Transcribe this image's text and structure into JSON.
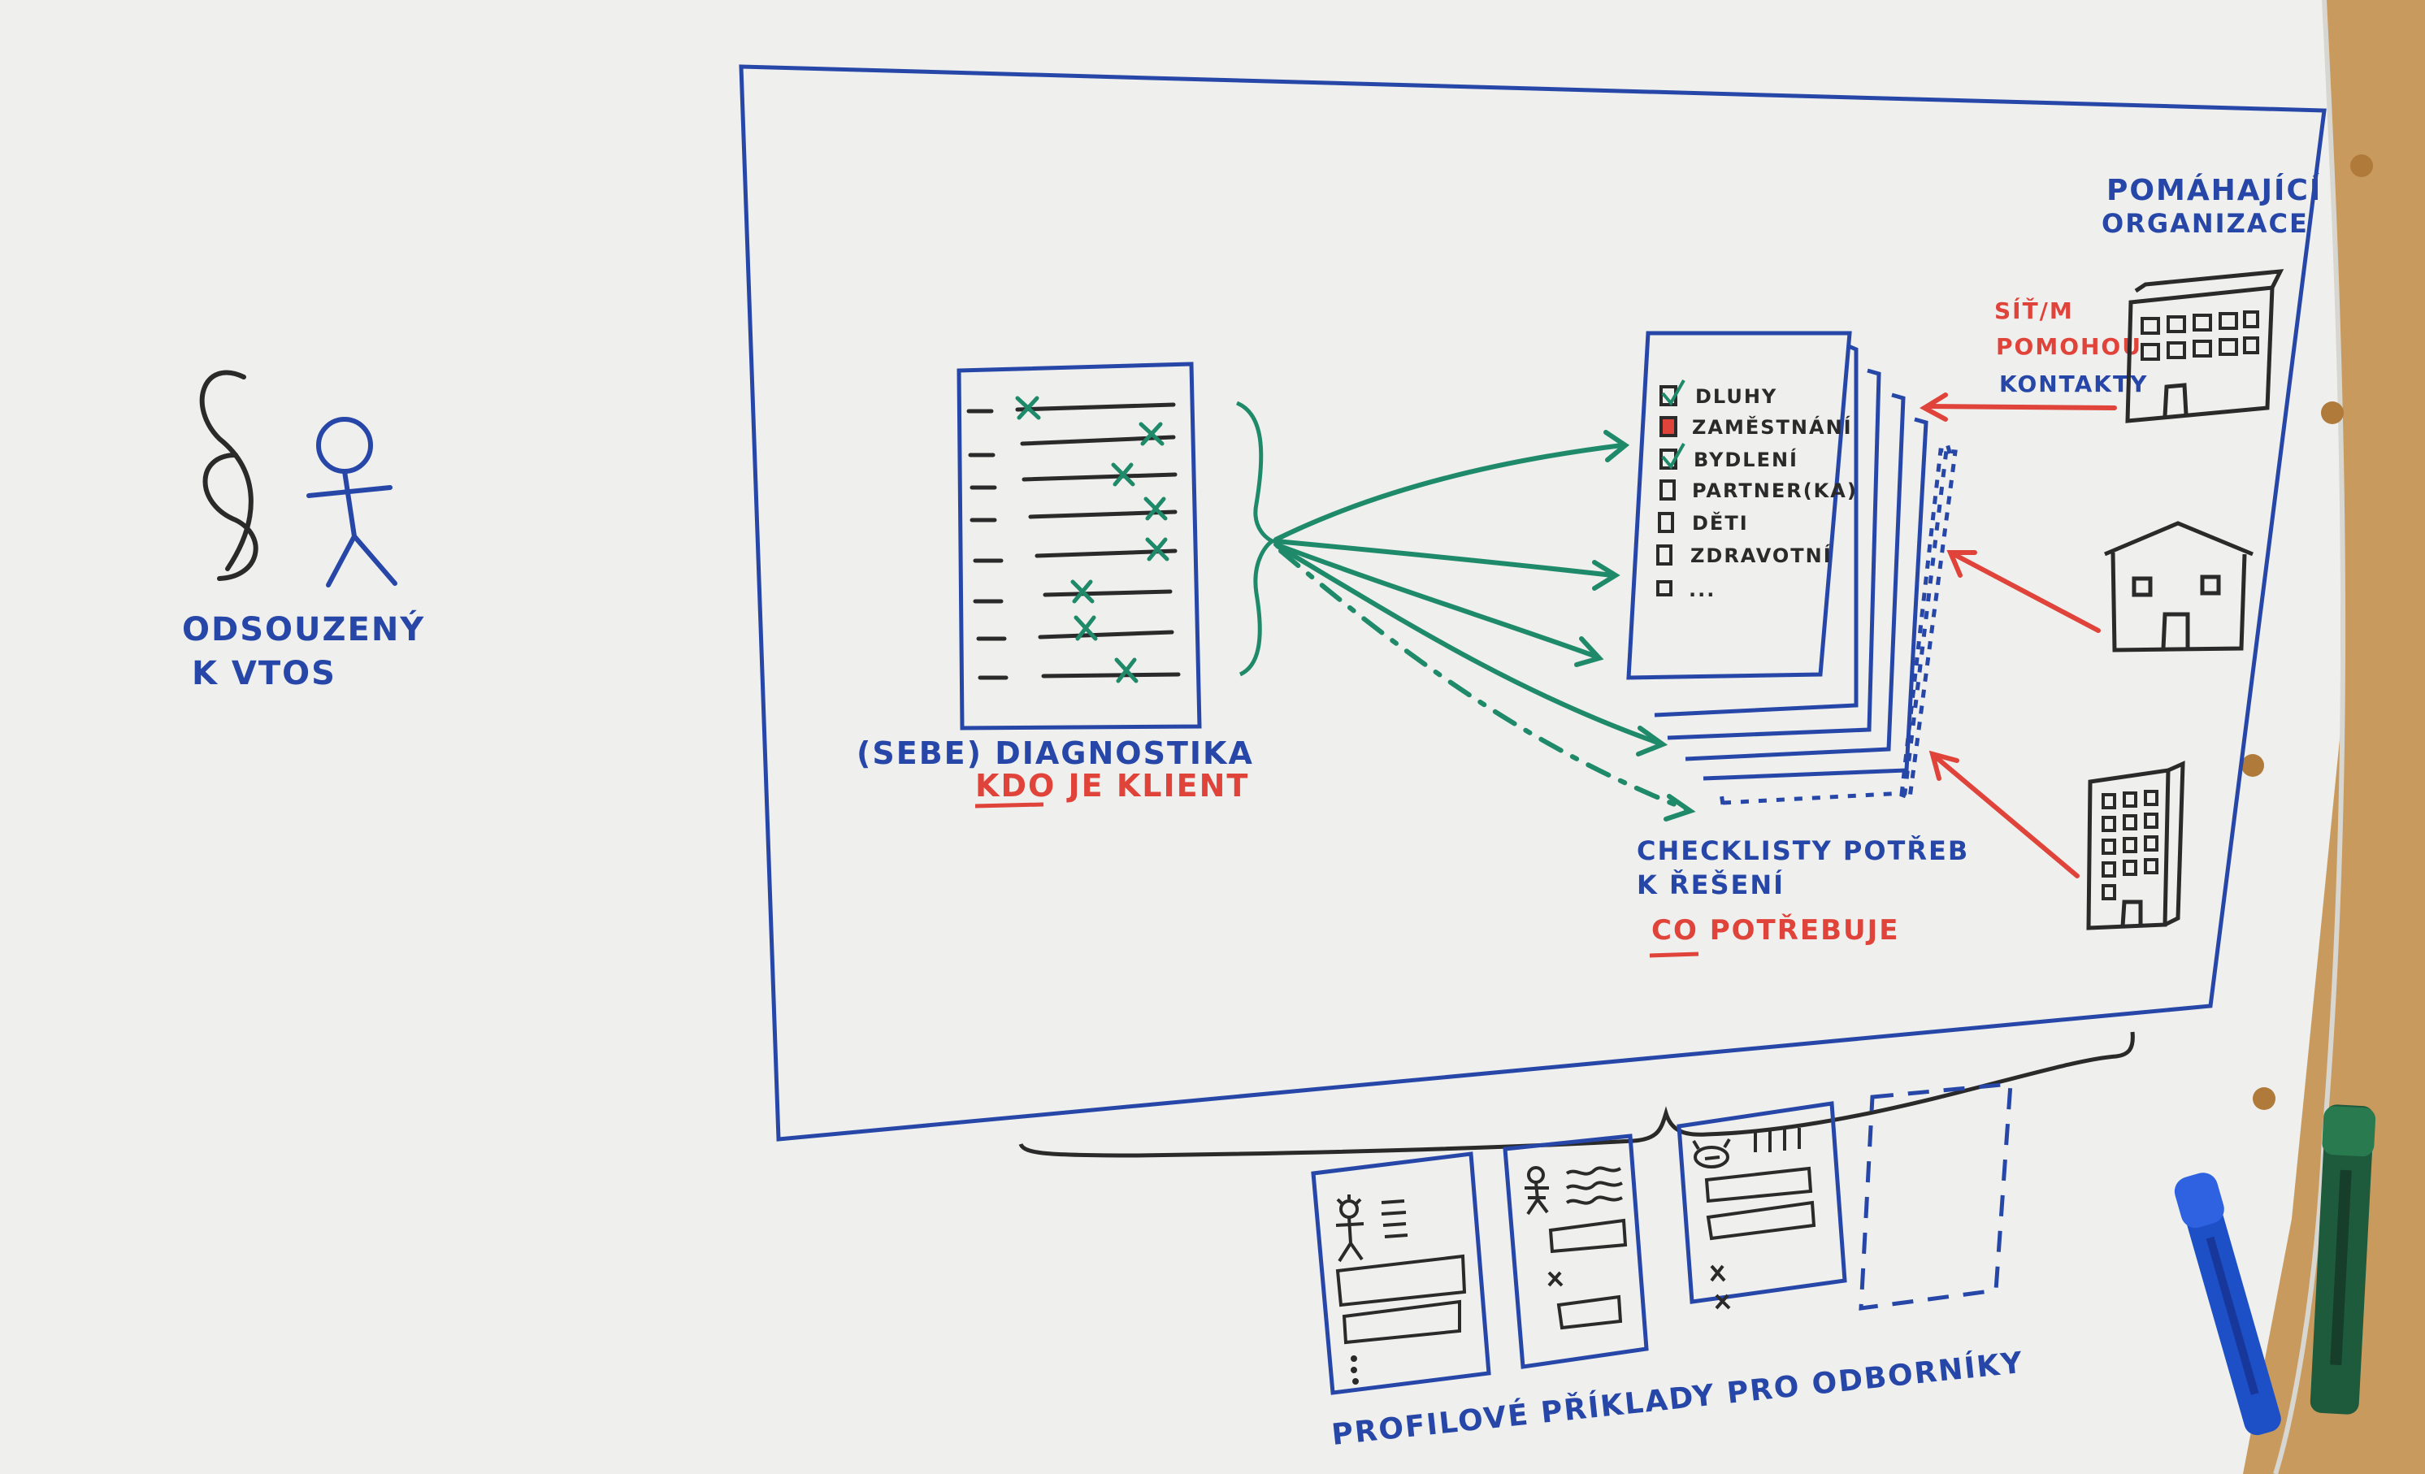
{
  "colors": {
    "paper": "#efefed",
    "blue_ink": "#2747a8",
    "green_ink": "#1f8a6a",
    "red_ink": "#e0433a",
    "black_ink": "#2a2a2a",
    "table": "#c89a5e"
  },
  "person": {
    "label_line1": "ODSOUZENÝ",
    "label_line2": "K VTOS"
  },
  "diagnostics": {
    "label_line1": "(SEBE) DIAGNOSTIKA",
    "label_line2_underlined": "KDO",
    "label_line2_rest": " JE KLIENT"
  },
  "checklist": {
    "items": [
      {
        "text": "DLUHY",
        "state": "checked-green"
      },
      {
        "text": "ZAMĚSTNÁNÍ",
        "state": "checked-red"
      },
      {
        "text": "BYDLENÍ",
        "state": "checked-green"
      },
      {
        "text": "PARTNER(KA)",
        "state": "empty"
      },
      {
        "text": "DĚTI",
        "state": "empty"
      },
      {
        "text": "ZDRAVOTNÍ",
        "state": "empty"
      },
      {
        "text": "...",
        "state": "empty"
      }
    ],
    "label_line1": "CHECKLISTY POTŘEB",
    "label_line2": "K ŘEŠENÍ",
    "label_line3_underlined": "CO",
    "label_line3_rest": " POTŘEBUJE"
  },
  "organizations": {
    "title_line1": "POMÁHAJÍCÍ",
    "title_line2": "ORGANIZACE",
    "arrow_label_line1": "SÍŤ/M",
    "arrow_label_line2": "POMOHOU",
    "arrow_label_line3": "KONTAKTY"
  },
  "profiles": {
    "label": "PROFILOVÉ PŘÍKLADY PRO ODBORNÍKY"
  }
}
